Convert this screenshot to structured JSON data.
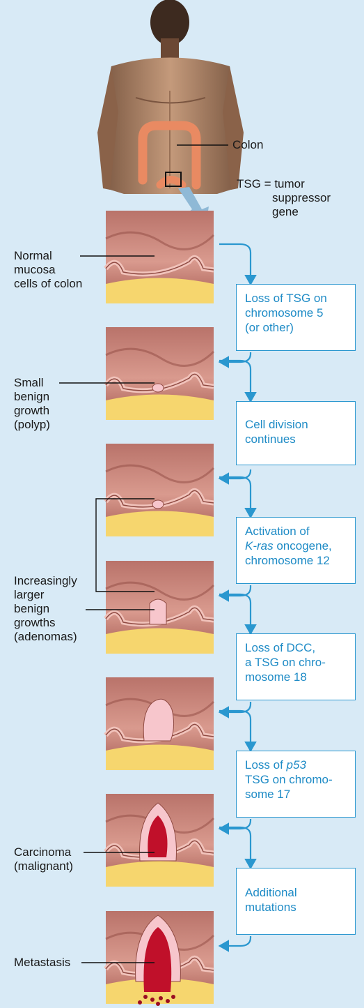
{
  "labels": {
    "colon": "Colon",
    "tsg_legend": [
      "TSG = tumor",
      "suppressor",
      "gene"
    ],
    "normal": [
      "Normal",
      "mucosa",
      "cells of colon"
    ],
    "polyp": [
      "Small",
      "benign",
      "growth",
      "(polyp)"
    ],
    "adenomas": [
      "Increasingly",
      "larger",
      "benign",
      "growths",
      "(adenomas)"
    ],
    "carcinoma": [
      "Carcinoma",
      "(malignant)"
    ],
    "metastasis": "Metastasis"
  },
  "steps": [
    {
      "lines": [
        "Loss of TSG on",
        "chromosome 5",
        "(or other)"
      ]
    },
    {
      "lines": [
        "Cell division",
        "continues"
      ]
    },
    {
      "lines": [
        "Activation of",
        "K-ras oncogene,",
        "chromosome 12"
      ],
      "italic": "K-ras"
    },
    {
      "lines": [
        "Loss of DCC,",
        "a TSG on chro-",
        "mosome 18"
      ]
    },
    {
      "lines": [
        "Loss of p53",
        "TSG on chromo-",
        "some 17"
      ],
      "italic": "p53"
    },
    {
      "lines": [
        "Additional",
        "mutations"
      ]
    }
  ],
  "stages": [
    "normal",
    "polyp",
    "polyp-grown",
    "adenoma-small",
    "adenoma-large",
    "carcinoma",
    "metastasis"
  ],
  "colors": {
    "background": "#d8eaf6",
    "accent": "#2a97cf",
    "tissue": "#c9857a",
    "tissue_dark": "#8f4a42",
    "submucosa": "#f6d66e",
    "growth": "#f7c6cc",
    "malignant": "#c0102a",
    "skin": "#b98d6e",
    "colon": "#e98a62"
  }
}
